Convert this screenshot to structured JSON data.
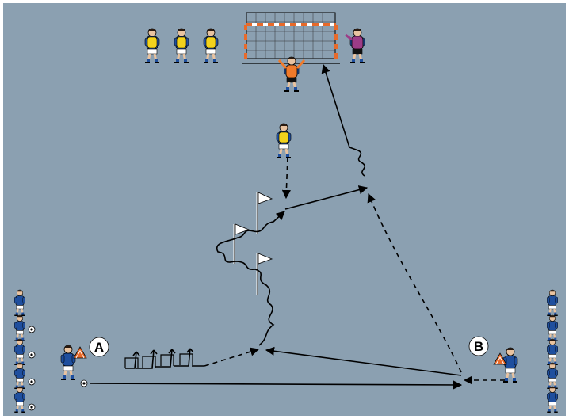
{
  "drill": {
    "colors": {
      "pitch": "#8ba0b1",
      "border": "#ffffff",
      "home_shirt": "#1f4f9e",
      "bib": "#f2d21c",
      "keeper_shirt": "#f07a2a",
      "keeper2_shirt": "#9c3c87",
      "cone": "#e86a2a",
      "flag": "#ffffff",
      "line": "#000000"
    },
    "labels": {
      "a": "A",
      "b": "B"
    },
    "pieces": {
      "goal": "goal-net",
      "flags": "corner-flag",
      "hurdles": "mini-hurdle",
      "balls": "soccer-ball",
      "cones": "training-cone"
    }
  }
}
